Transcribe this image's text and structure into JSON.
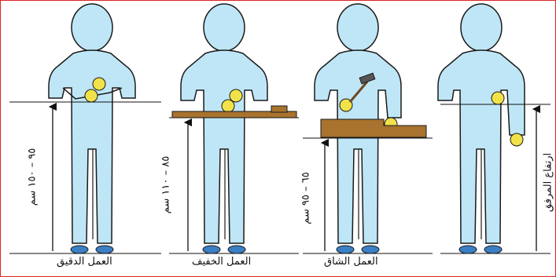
{
  "colors": {
    "body_fill": "#bfe6f6",
    "body_stroke": "#1a1a1a",
    "hand_ball": "#f2e24a",
    "shoe": "#3b7fc4",
    "wood": "#a8732e",
    "frame": "#dd2222"
  },
  "figures": [
    {
      "id": "precision",
      "caption": "العمل الدقيق",
      "range_label": "٩٥ – ١٥٠ سم"
    },
    {
      "id": "light",
      "caption": "العمل الخفيف",
      "range_label": "٨٥ – ١١٠ سم"
    },
    {
      "id": "heavy",
      "caption": "العمل الشاق",
      "range_label": "٦٥ – ٩٥ سم"
    },
    {
      "id": "elbow",
      "caption": "",
      "range_label": "ارتفاع المرفق"
    }
  ],
  "icons": {
    "hammer": "hammer-icon"
  }
}
